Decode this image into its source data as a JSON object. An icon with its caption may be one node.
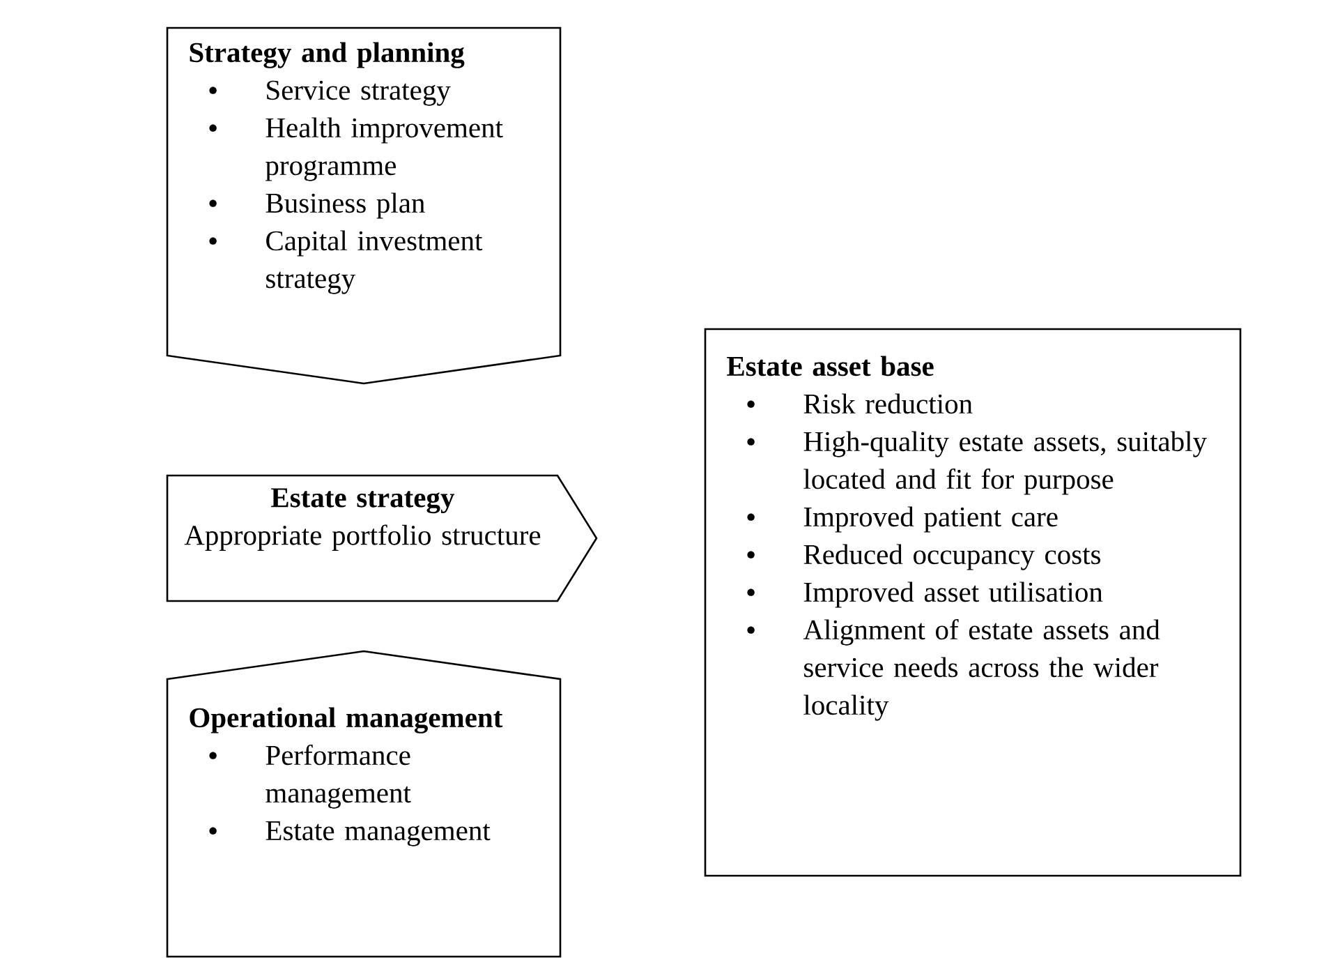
{
  "diagram": {
    "nodes": [
      {
        "text": [
          "Strategy and planning",
          "Service strategy",
          "Health improvement programme",
          "Business plan",
          "Capital investment strategy"
        ]
      },
      {
        "text": [
          "Estate strategy",
          "Appropriate portfolio structure"
        ]
      },
      {
        "text": [
          "Operational management",
          "Performance management",
          "Estate management"
        ]
      },
      {
        "text": [
          "Estate asset base",
          "Risk reduction",
          "High-quality estate assets, suitably located and fit for purpose",
          "Improved patient care",
          "Reduced occupancy costs",
          "Improved asset utilisation",
          "Alignment of estate assets and service needs across the wider locality"
        ]
      }
    ]
  }
}
